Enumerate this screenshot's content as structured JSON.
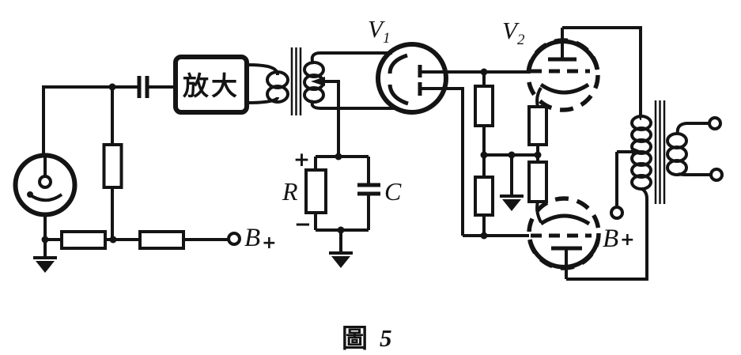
{
  "colors": {
    "ink": "#141414",
    "paper": "#ffffff"
  },
  "stage_labels": {
    "amplifier": "放大",
    "tube_v1": {
      "letter": "V",
      "sub": "1"
    },
    "tube_v2": {
      "letter": "V",
      "sub": "2"
    }
  },
  "component_labels": {
    "resistor": "R",
    "capacitor": "C",
    "polarity_plus": "+",
    "polarity_minus": "−",
    "supply_left": {
      "letter": "B",
      "sign": "+"
    },
    "supply_right": {
      "letter": "B",
      "sign": "+"
    }
  },
  "caption": {
    "prefix": "圖",
    "number": "5"
  }
}
